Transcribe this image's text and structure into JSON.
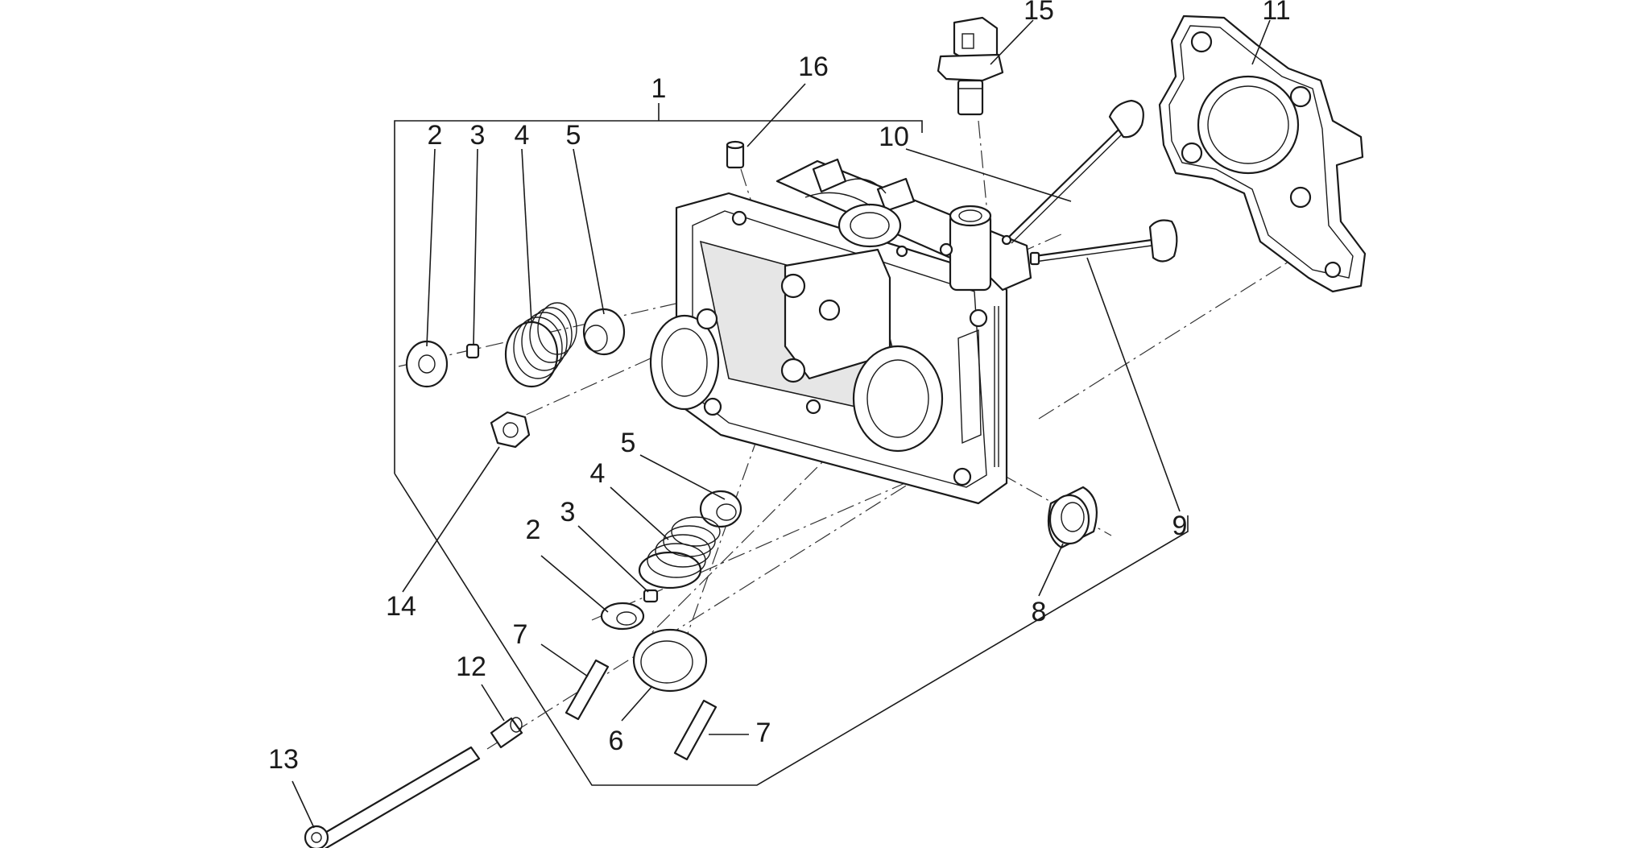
{
  "callouts": [
    {
      "id": "c1",
      "label": "1"
    },
    {
      "id": "c2a",
      "label": "2"
    },
    {
      "id": "c3a",
      "label": "3"
    },
    {
      "id": "c4a",
      "label": "4"
    },
    {
      "id": "c5a",
      "label": "5"
    },
    {
      "id": "c16",
      "label": "16"
    },
    {
      "id": "c10",
      "label": "10"
    },
    {
      "id": "c15",
      "label": "15"
    },
    {
      "id": "c11",
      "label": "11"
    },
    {
      "id": "c5b",
      "label": "5"
    },
    {
      "id": "c4b",
      "label": "4"
    },
    {
      "id": "c3b",
      "label": "3"
    },
    {
      "id": "c2b",
      "label": "2"
    },
    {
      "id": "c14",
      "label": "14"
    },
    {
      "id": "c9",
      "label": "9"
    },
    {
      "id": "c8",
      "label": "8"
    },
    {
      "id": "c7a",
      "label": "7"
    },
    {
      "id": "c12",
      "label": "12"
    },
    {
      "id": "c6",
      "label": "6"
    },
    {
      "id": "c7b",
      "label": "7"
    },
    {
      "id": "c13",
      "label": "13"
    }
  ]
}
